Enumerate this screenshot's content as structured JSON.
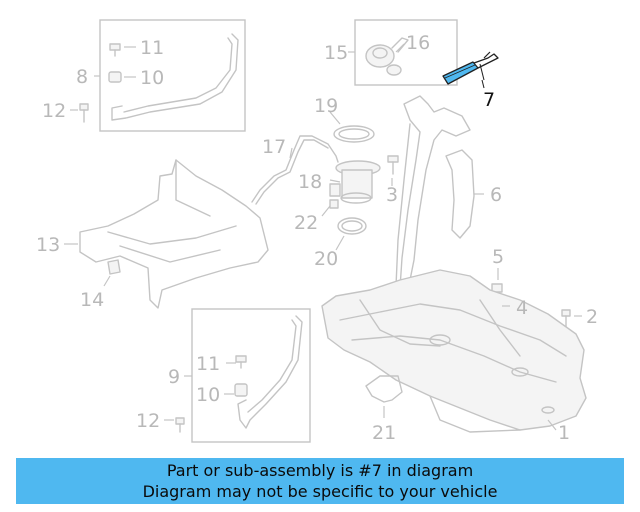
{
  "callouts": {
    "c1": "1",
    "c2": "2",
    "c3": "3",
    "c4": "4",
    "c5": "5",
    "c6": "6",
    "c7": "7",
    "c8": "8",
    "c9": "9",
    "c10a": "10",
    "c10b": "10",
    "c11a": "11",
    "c11b": "11",
    "c12a": "12",
    "c12b": "12",
    "c13": "13",
    "c14": "14",
    "c15": "15",
    "c16": "16",
    "c17": "17",
    "c18": "18",
    "c19": "19",
    "c20": "20",
    "c21": "21",
    "c22": "22"
  },
  "highlighted_part": "7",
  "colors": {
    "highlight": "#4fb8f0",
    "banner": "#4fb8f0",
    "line_art": "#c4c4c4"
  },
  "banner": {
    "line1": "Part or sub-assembly is #7 in diagram",
    "line2": "Diagram may not be specific to your vehicle"
  }
}
